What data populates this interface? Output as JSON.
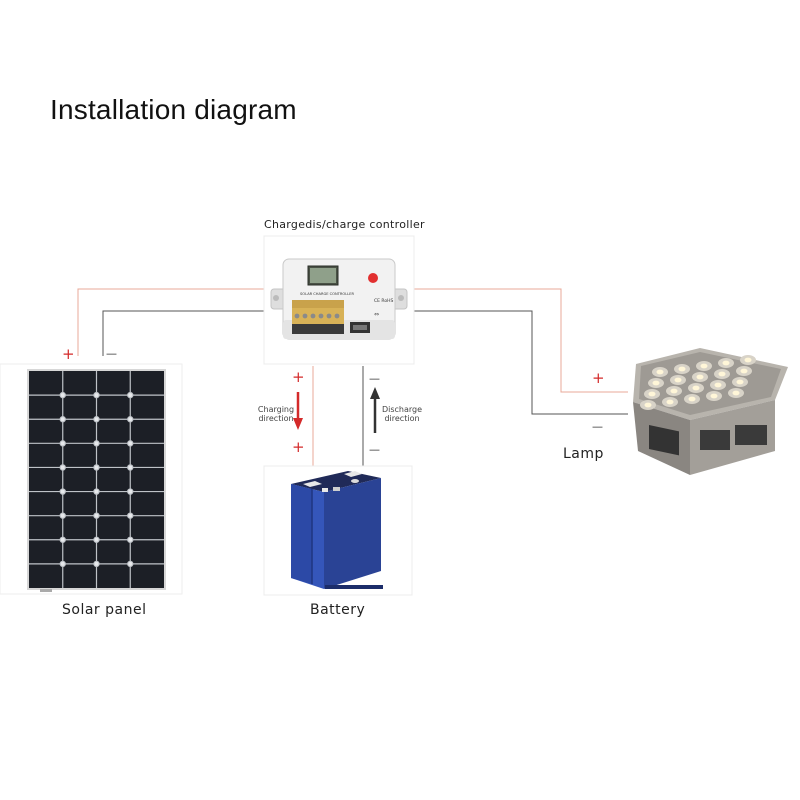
{
  "title": "Installation diagram",
  "labels": {
    "controller": "Chargedis/charge controller",
    "solar_panel": "Solar panel",
    "battery": "Battery",
    "lamp": "Lamp",
    "charging_direction": [
      "Charging",
      "direction"
    ],
    "discharge_direction": [
      "Discharge",
      "direction"
    ],
    "controller_face_text": "SOLAR CHARGE CONTROLLER",
    "controller_mark": "CE RoHS"
  },
  "symbols": {
    "positive": "+",
    "negative": "—"
  },
  "colors": {
    "positive_wire": "#e8a898",
    "negative_wire": "#555555",
    "charge_arrow": "#d42a2a",
    "discharge_arrow": "#333333",
    "panel_cells": "#1c1f26",
    "battery_body": "#2f4fb0"
  }
}
